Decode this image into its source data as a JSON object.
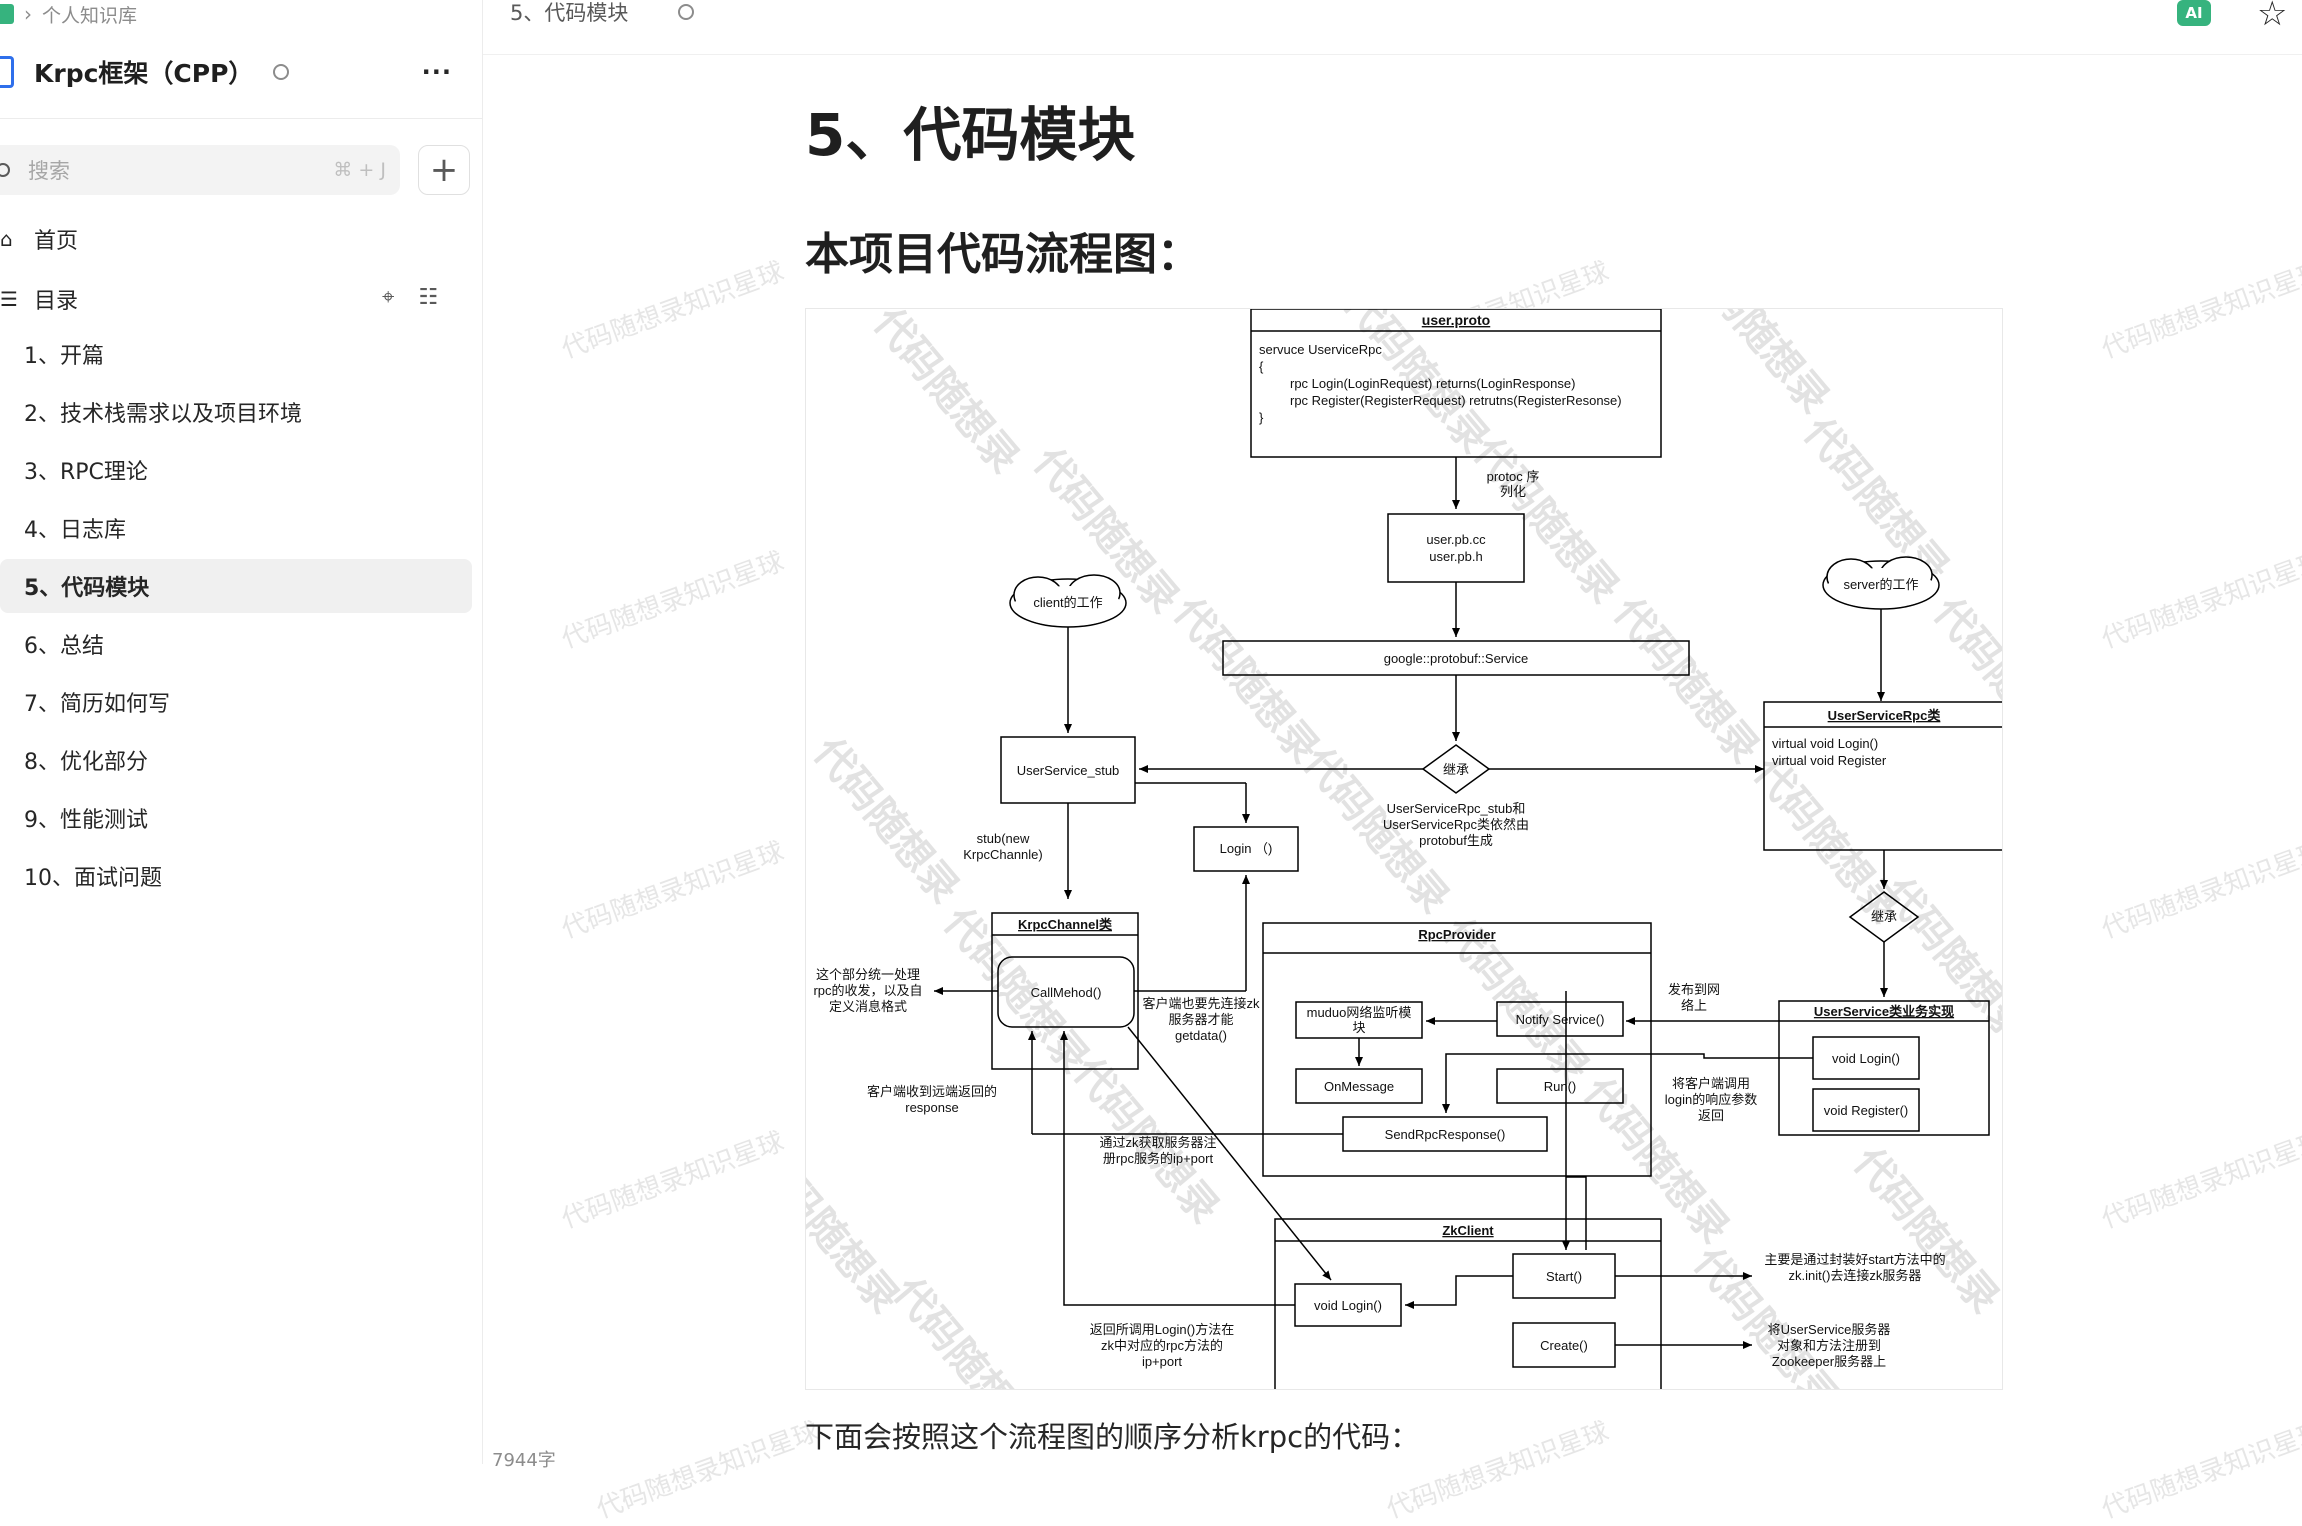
{
  "sidebar": {
    "breadcrumb": "个人知识库",
    "kb_title": "Krpc框架（CPP）",
    "more": "···",
    "search": {
      "placeholder": "搜索",
      "shortcut": "⌘ + J"
    },
    "add": "+",
    "home": "首页",
    "toc_label": "目录",
    "toc": [
      "1、开篇",
      "2、技术栈需求以及项目环境",
      "3、RPC理论",
      "4、日志库",
      "5、代码模块",
      "6、总结",
      "7、简历如何写",
      "8、优化部分",
      "9、性能测试",
      "10、面试问题"
    ],
    "active_index": 4,
    "word_count": "7944字"
  },
  "topbar": {
    "doc_breadcrumb": "5、代码模块",
    "ai_label": "AI"
  },
  "doc": {
    "heading": "5、代码模块",
    "subheading": "本项目代码流程图：",
    "paragraph": "下面会按照这个流程图的顺序分析krpc的代码：",
    "watermark": "代码随想录知识星球"
  },
  "diagram": {
    "watermark": "代码随想录",
    "proto_title": "user.proto",
    "proto_lines": [
      "servuce UserviceRpc",
      "{",
      "rpc Login(LoginRequest) returns(LoginResponse)",
      "rpc Register(RegisterRequest) retrutns(RegisterResonse)",
      "}"
    ],
    "protoc_label": [
      "protoc 序",
      "列化"
    ],
    "pb_files": [
      "user.pb.cc",
      "user.pb.h"
    ],
    "service_box": "google::protobuf::Service",
    "client_cloud": "client的工作",
    "server_cloud": "server的工作",
    "inherit": "继承",
    "inherit_note": [
      "UserServiceRpc_stub和",
      "UserServiceRpc类依然由",
      "protobuf生成"
    ],
    "stub_box": "UserService_stub",
    "login_box": "Login （)",
    "stub_note": [
      "stub(new",
      "KrpcChannle)"
    ],
    "rpc_class_title": "UserServiceRpc类",
    "rpc_class_lines": [
      "virtual void Login()",
      "virtual void Register"
    ],
    "inherit2": "继承",
    "biz_title": "UserService类业务实现",
    "biz_login": "void Login()",
    "biz_register": "void Register()",
    "publish_note": [
      "发布到网",
      "络上"
    ],
    "channel_title": "KrpcChannel类",
    "callmethod": "CallMehod()",
    "channel_note": [
      "这个部分统一处理",
      "rpc的收发，以及自",
      "定义消息格式"
    ],
    "client_connect_note": [
      "客户端也要先连接zk",
      "服务器才能",
      "getdata()"
    ],
    "response_note": [
      "客户端收到远端返回的",
      "response"
    ],
    "provider_title": "RpcProvider",
    "muduo": [
      "muduo网络监听模",
      "块"
    ],
    "notify": "Notify Service()",
    "onmessage": "OnMessage",
    "run": "Run()",
    "send": "SendRpcResponse()",
    "return_note": [
      "将客户端调用",
      "login的响应参数",
      "返回"
    ],
    "zk_ip_note": [
      "通过zk获取服务器注",
      "册rpc服务的ip+port"
    ],
    "zk_title": "ZkClient",
    "start": "Start()",
    "vlogin": "void Login()",
    "create": "Create()",
    "start_note": [
      "主要是通过封装好start方法中的",
      "zk.init()去连接zk服务器"
    ],
    "create_note": [
      "将UserService服务器",
      "对象和方法注册到",
      "Zookeeper服务器上"
    ],
    "login_return_note": [
      "返回所调用Login()方法在",
      "zk中对应的rpc方法的",
      "ip+port"
    ]
  }
}
